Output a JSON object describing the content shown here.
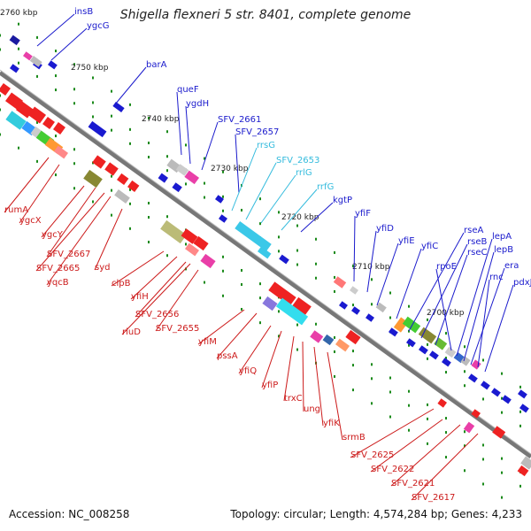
{
  "title": "Shigella flexneri 5 str. 8401, complete genome",
  "accession": "Accession: NC_008258",
  "summary": "Topology: circular; Length: 4,574,284 bp; Genes: 4,233",
  "colors": {
    "backbone": "#808080",
    "tick": "#1a7a1a",
    "forward_label": "#1a1acc",
    "reverse_label": "#cc1a1a",
    "rna_label": "#3bbfe0"
  },
  "ticks": [
    "2760 kbp",
    "2750 kbp",
    "2740 kbp",
    "2730 kbp",
    "2720 kbp",
    "2710 kbp",
    "2700 kbp"
  ],
  "forward_genes": [
    "insB",
    "ygcG",
    "barA",
    "queF",
    "ygdH",
    "SFV_2661",
    "SFV_2657",
    "kgtP",
    "yfiF",
    "yfiD",
    "yfiE",
    "yfiC",
    "rseA",
    "rseB",
    "rseC",
    "rpoE",
    "lepA",
    "lepB",
    "era",
    "rnc",
    "pdxJ"
  ],
  "rna_genes": [
    "rrsG",
    "SFV_2653",
    "rrlG",
    "rrfG"
  ],
  "reverse_genes": [
    "rumA",
    "ygcX",
    "ygcY",
    "SFV_2667",
    "SFV_2665",
    "yqcB",
    "syd",
    "clpB",
    "yfiH",
    "SFV_2656",
    "rluD",
    "SFV_2655",
    "yfiM",
    "pssA",
    "yfiQ",
    "yfiP",
    "trxC",
    "ung",
    "yfiK",
    "srmB",
    "SFV_2625",
    "SFV_2622",
    "SFV_2621",
    "SFV_2617"
  ]
}
